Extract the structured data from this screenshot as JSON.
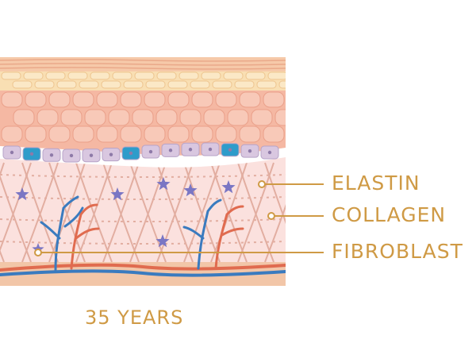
{
  "diagram": {
    "labels": [
      {
        "id": "elastin",
        "text": "ELASTIN"
      },
      {
        "id": "collagen",
        "text": "COLLAGEN"
      },
      {
        "id": "fibroblast",
        "text": "FIBROBLAST"
      }
    ],
    "caption": "35 YEARS"
  },
  "colors": {
    "label_gold": "#cf9a45",
    "stratum_corneum": "#f6c9a9",
    "granular_layer": "#f9dfb3",
    "epidermis_cells": "#f5b8a3",
    "basal_cells": "#d9c7e0",
    "basal_blue": "#2e9cca",
    "dermis": "#fbe1de",
    "fibers": "#e0a99b",
    "fibroblasts": "#7a76c4",
    "artery": "#e06b4f",
    "vein": "#3a7bbf",
    "subcutis": "#f2c6a8"
  }
}
